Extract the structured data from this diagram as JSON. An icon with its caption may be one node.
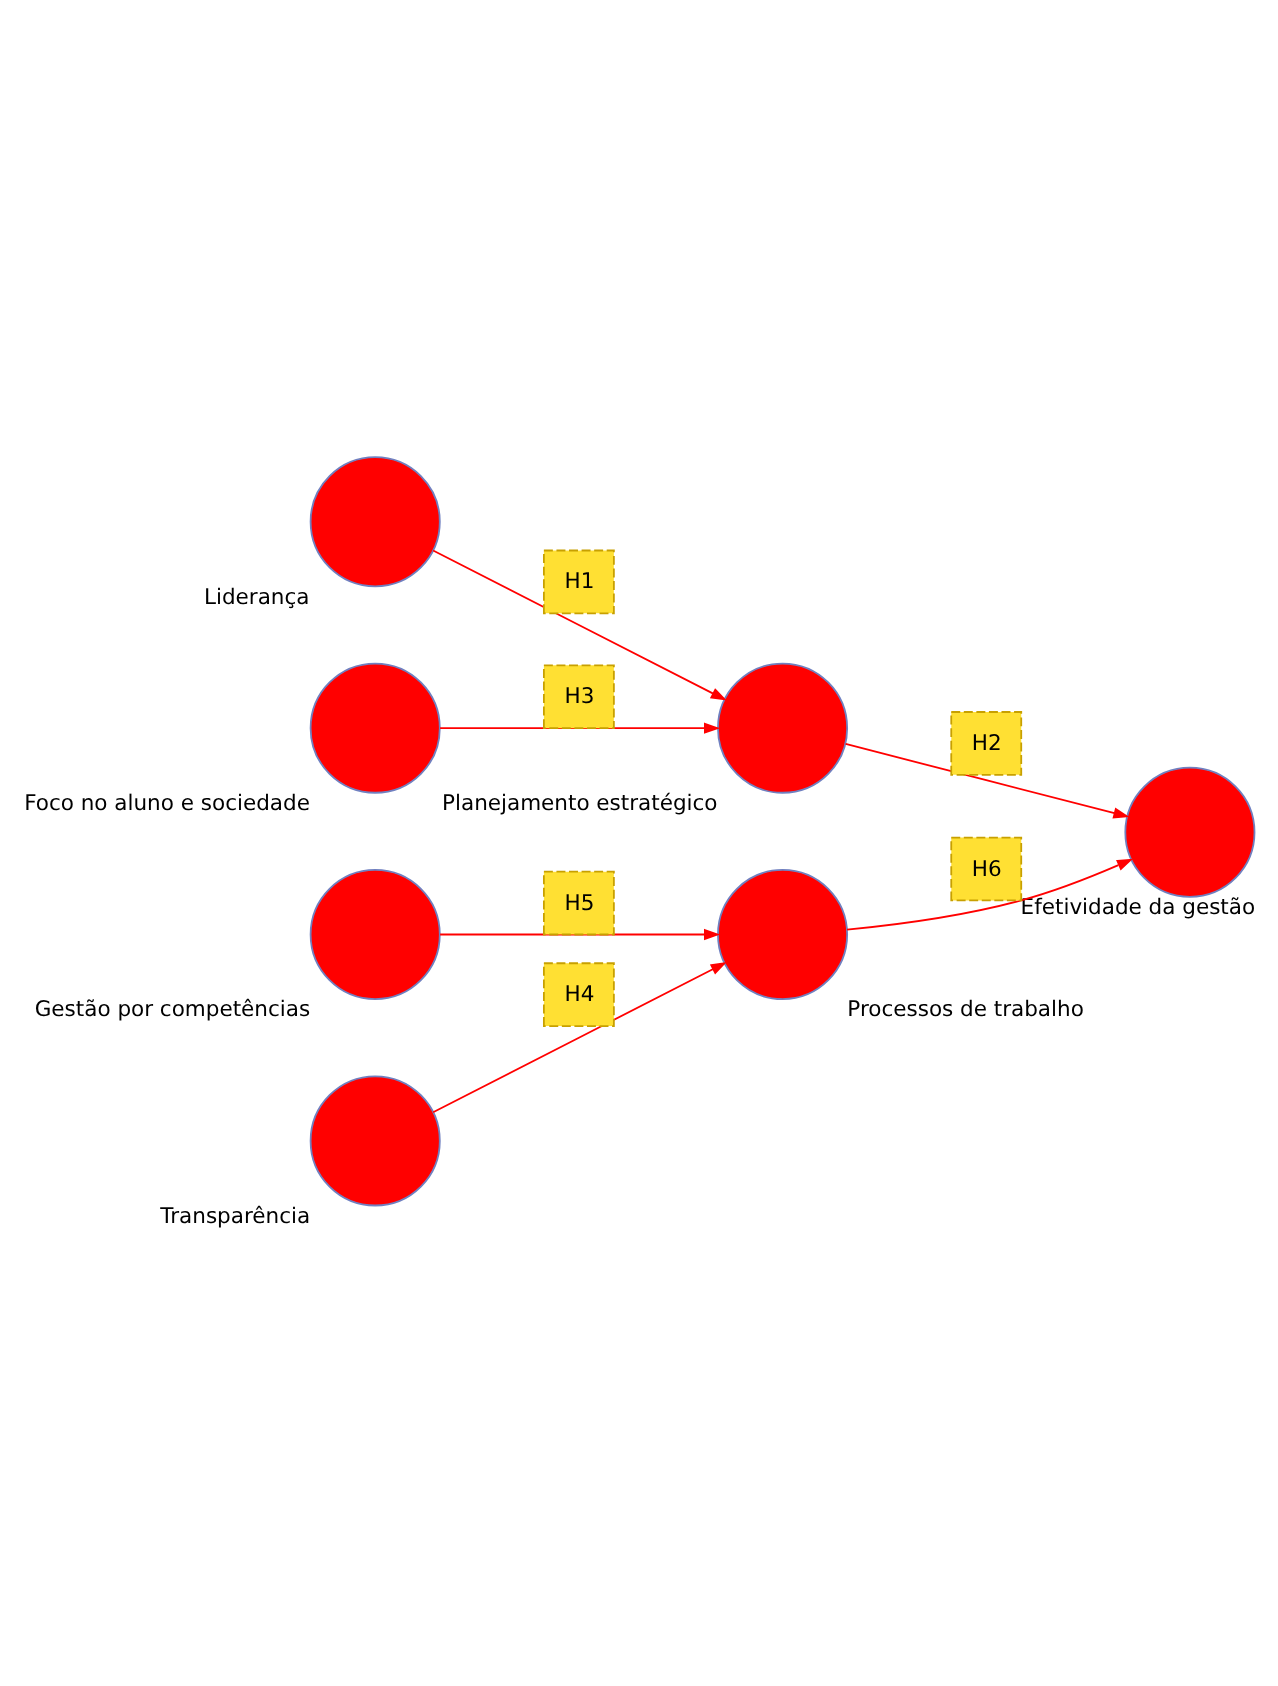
{
  "diagram": {
    "nodes": [
      {
        "text": [],
        "shape": "circle",
        "beside": [
          "Liderança"
        ]
      },
      {
        "text": [],
        "shape": "circle",
        "beside": [
          "Planejamento estratégico"
        ]
      },
      {
        "text": [],
        "shape": "circle",
        "beside": [
          "Foco no aluno e sociedade"
        ]
      },
      {
        "text": [],
        "shape": "circle",
        "beside": [
          "Efetividade da gestão"
        ]
      },
      {
        "text": [],
        "shape": "circle",
        "beside": [
          "Transparência"
        ]
      },
      {
        "text": [],
        "shape": "circle",
        "beside": [
          "Processos de trabalho"
        ]
      },
      {
        "text": [],
        "shape": "circle",
        "beside": [
          "Gestão por competências"
        ]
      }
    ],
    "edges": [
      {
        "from": 0,
        "to": 1,
        "arrow": "to",
        "label": "H1"
      },
      {
        "from": 2,
        "to": 1,
        "arrow": "to",
        "label": "H3"
      },
      {
        "from": 1,
        "to": 3,
        "arrow": "to",
        "label": "H2"
      },
      {
        "from": 4,
        "to": 5,
        "arrow": "to",
        "label": "H4"
      },
      {
        "from": 6,
        "to": 5,
        "arrow": "to",
        "label": "H5"
      },
      {
        "from": 5,
        "to": 3,
        "arrow": "to",
        "label": "H6"
      }
    ]
  }
}
